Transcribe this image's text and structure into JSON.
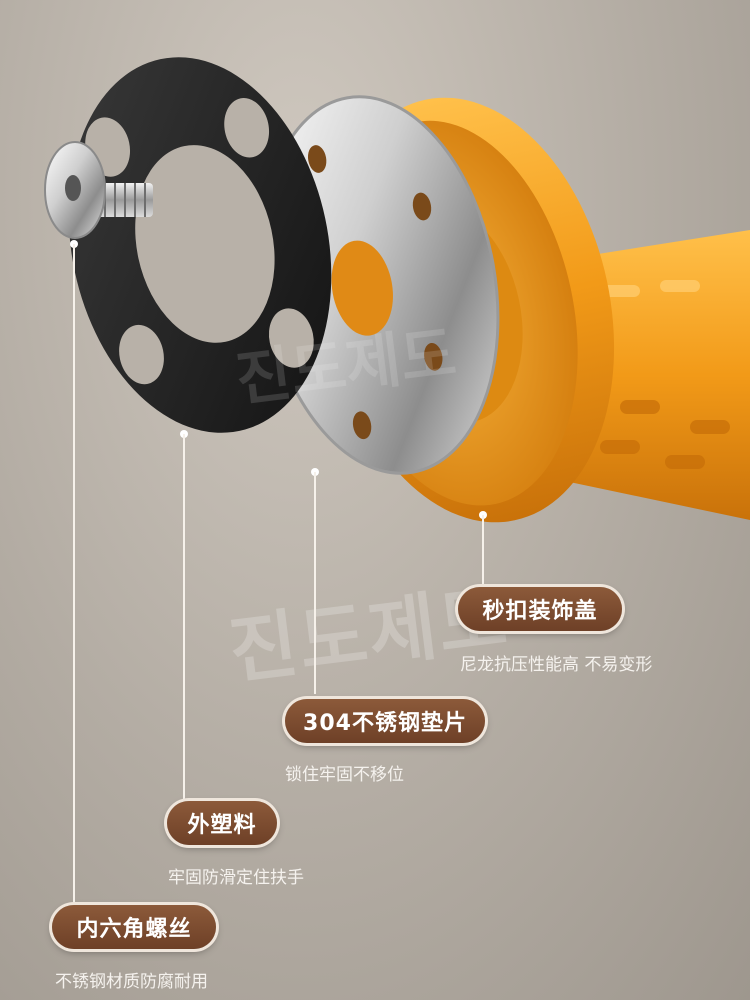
{
  "watermark": "진도제도",
  "callouts": [
    {
      "title": "秒扣装饰盖",
      "desc": "尼龙抗压性能高 不易变形"
    },
    {
      "title": "304不锈钢垫片",
      "desc": "锁住牢固不移位"
    },
    {
      "title": "外塑料",
      "desc": "牢固防滑定住扶手"
    },
    {
      "title": "内六角螺丝",
      "desc": "不锈钢材质防腐耐用"
    }
  ],
  "colors": {
    "pill": "#7a4a2f",
    "orange": "#f0a21e",
    "plastic": "#1f1f1f",
    "steel": "#d9d9d9"
  }
}
